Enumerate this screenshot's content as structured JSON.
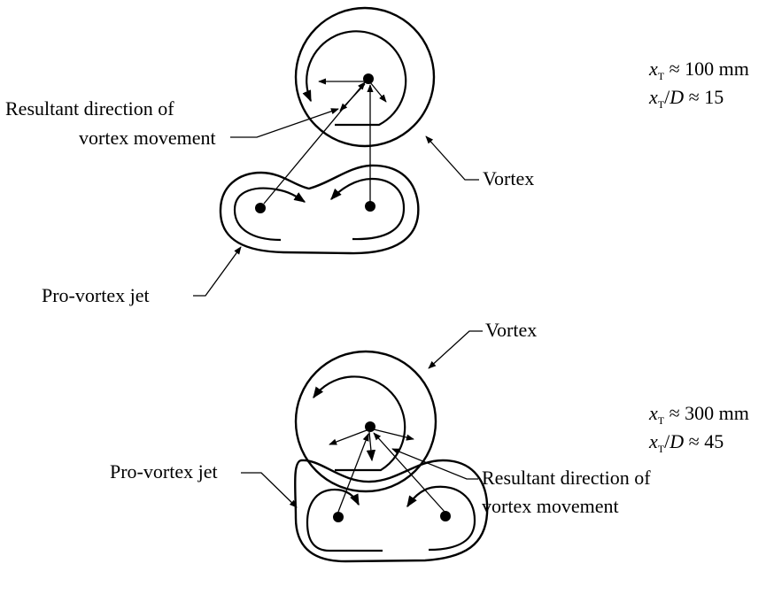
{
  "top_panel": {
    "label_resultant_line1": "Resultant direction of",
    "label_resultant_line2": "vortex movement",
    "label_vortex": "Vortex",
    "label_jet": "Pro-vortex jet",
    "param1": {
      "var": "x",
      "sub": "T",
      "rel": " ≈ 100 mm"
    },
    "param2": {
      "var": "x",
      "sub": "T",
      "slash": "/",
      "var2": "D",
      "rel": " ≈ 15"
    }
  },
  "bottom_panel": {
    "label_vortex": "Vortex",
    "label_jet": "Pro-vortex jet",
    "label_resultant_line1": "Resultant direction of",
    "label_resultant_line2": "vortex movement",
    "param1": {
      "var": "x",
      "sub": "T",
      "rel": " ≈ 300 mm"
    },
    "param2": {
      "var": "x",
      "sub": "T",
      "slash": "/",
      "var2": "D",
      "rel": " ≈ 45"
    }
  }
}
